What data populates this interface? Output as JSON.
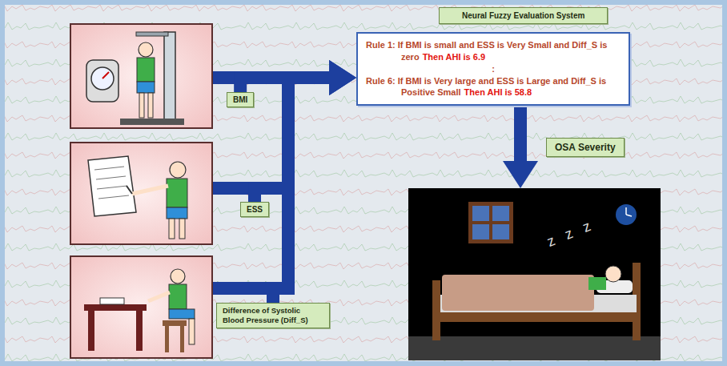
{
  "diagram": {
    "nodes": [
      {
        "text": [
          "BMI"
        ]
      },
      {
        "text": [
          "ESS"
        ]
      },
      {
        "text": [
          "Difference of Systolic Blood Pressure (Diff_S)"
        ]
      },
      {
        "text": [
          "Neural Fuzzy Evaluation System"
        ]
      },
      {
        "text": [
          "Rule 1: If BMI is small and ESS is Very Small and Diff_S is zero",
          "Then AHI is 6.9",
          ":",
          "Rule 6: If BMI is Very large and ESS is Large and Diff_S is Positive Small",
          "Then AHI is 58.8"
        ]
      },
      {
        "text": [
          "z z z"
        ]
      }
    ],
    "edges": [
      {
        "from": 0,
        "to": 4,
        "arrow": "to"
      },
      {
        "from": 1,
        "to": 4,
        "arrow": "to"
      },
      {
        "from": 2,
        "to": 4,
        "arrow": "to"
      },
      {
        "from": 4,
        "to": 5,
        "label": "OSA Severity",
        "arrow": "to"
      }
    ]
  }
}
